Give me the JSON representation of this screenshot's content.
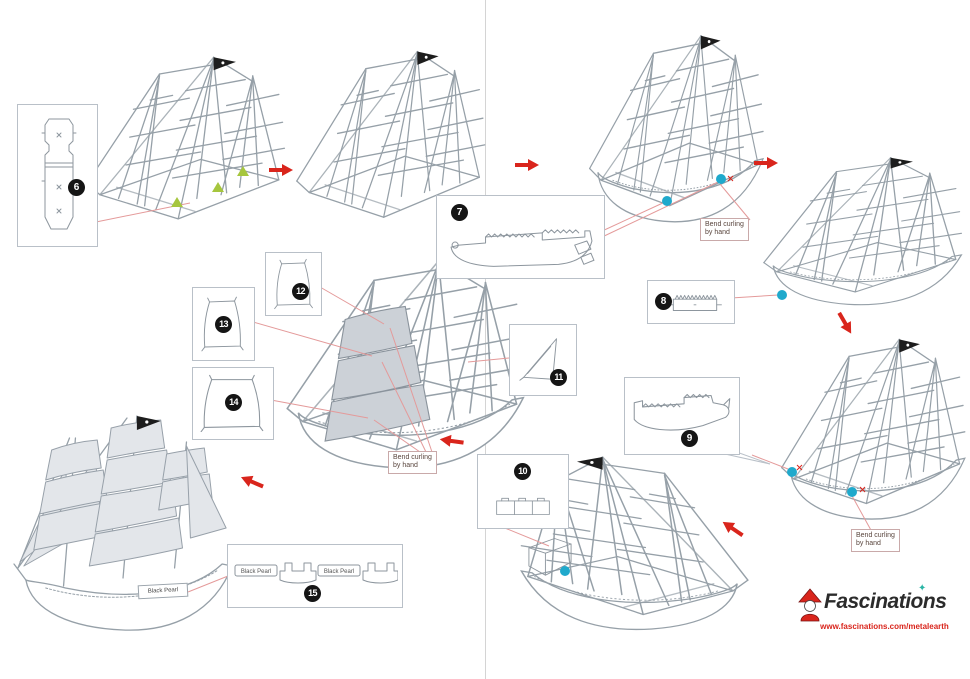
{
  "page": {
    "background": "#ffffff",
    "divider_color": "#d4d4d4"
  },
  "colors": {
    "line_art": "#96a0a8",
    "accent_red": "#d9251c",
    "callout_pink_line": "#e49a9a",
    "marker_cyan": "#1fa9cc",
    "fold_triangle_green": "#a6c63e",
    "sail_dark": "#ccd1d7",
    "sail_light": "#e3e6ea",
    "step_badge_bg": "#151515",
    "step_badge_fg": "#ffffff"
  },
  "steps": {
    "6": "6",
    "7": "7",
    "8": "8",
    "9": "9",
    "10": "10",
    "11": "11",
    "12": "12",
    "13": "13",
    "14": "14",
    "15": "15"
  },
  "labels": {
    "bend_line1": "Bend curling",
    "bend_line2": "by hand",
    "black_pearl": "Black Pearl"
  },
  "logo": {
    "brand": "Fascinations",
    "url": "www.fascinations.com/metalearth"
  }
}
